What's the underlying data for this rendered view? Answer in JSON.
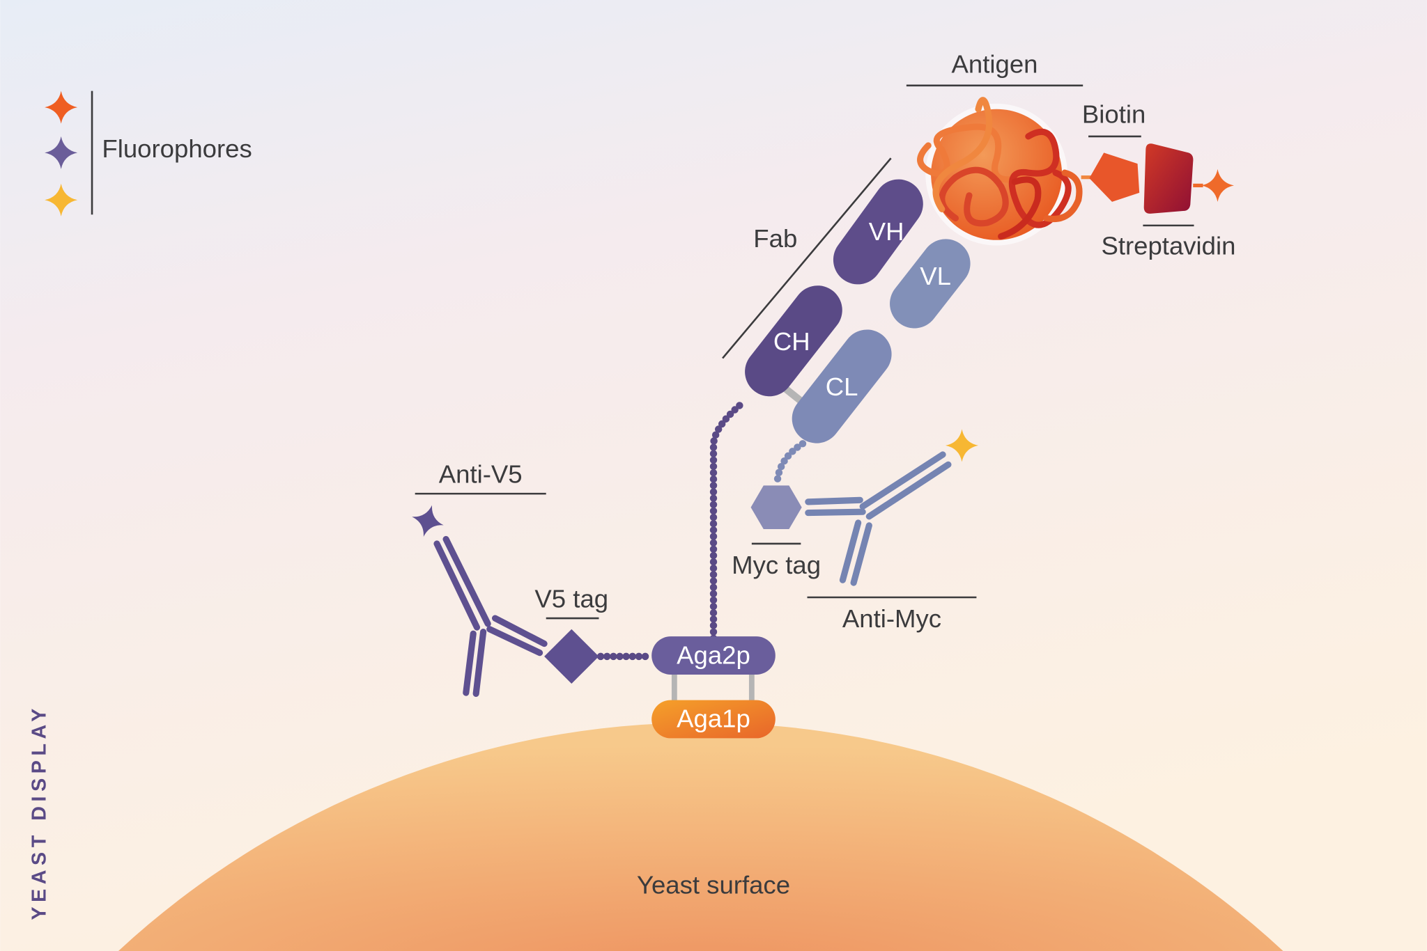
{
  "legend": {
    "title": "Fluorophores",
    "stars": [
      "orange-fluorophore",
      "purple-fluorophore",
      "yellow-fluorophore"
    ]
  },
  "side_title": "YEAST DISPLAY",
  "labels": {
    "antigen": "Antigen",
    "biotin": "Biotin",
    "streptavidin": "Streptavidin",
    "fab": "Fab",
    "vh": "VH",
    "ch": "CH",
    "vl": "VL",
    "cl": "CL",
    "anti_v5": "Anti-V5",
    "v5_tag": "V5 tag",
    "myc_tag": "Myc tag",
    "anti_myc": "Anti-Myc",
    "aga2p": "Aga2p",
    "aga1p": "Aga1p",
    "yeast_surface": "Yeast surface"
  },
  "colors": {
    "heavy": "#5a4a86",
    "light": "#7e8ab6",
    "orange": "#ef6a2a",
    "yellow": "#f7b733",
    "streptavidin": "#a0152e",
    "text": "#3b3b3d"
  }
}
